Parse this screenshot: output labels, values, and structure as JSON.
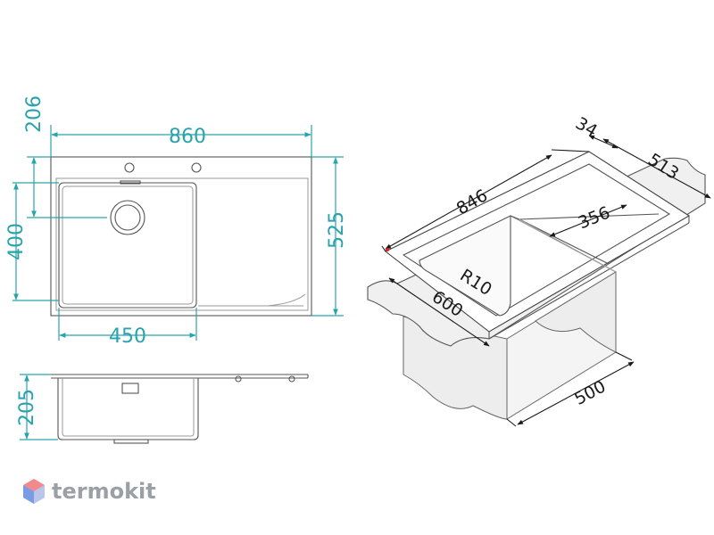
{
  "top_view": {
    "overall_width": "860",
    "overall_depth": "525",
    "bowl_depth": "400",
    "bowl_width": "450",
    "offset": "206"
  },
  "side_view": {
    "height": "205"
  },
  "iso_view": {
    "length": "846",
    "frame": "34",
    "width": "513",
    "drainer": "356",
    "radius": "R10",
    "bowl_length": "600",
    "cabinet": "500"
  },
  "brand": {
    "name": "termokit",
    "logo_icon": "hexagon-logo-icon"
  },
  "colors": {
    "dimension_teal": "#29a3ad",
    "outline": "#555555",
    "logo_red": "#e8484a",
    "logo_blue": "#4a78d8",
    "logo_gray": "#9aa0a6"
  }
}
